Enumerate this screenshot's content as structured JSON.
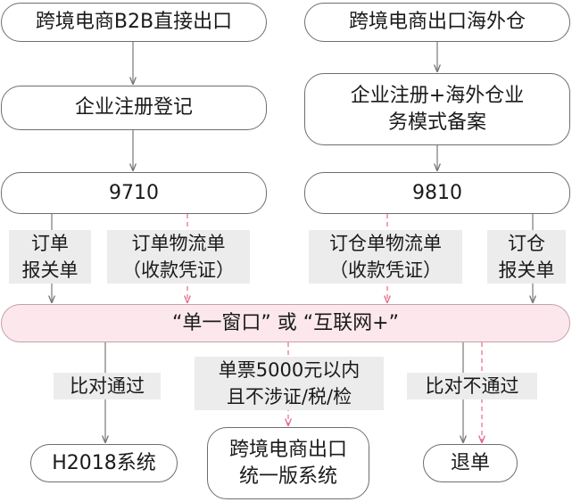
{
  "left": {
    "mode": "跨境电商B2B直接出口",
    "registration": "企业注册登记",
    "code": "9710",
    "edge_grey": [
      "订单",
      "报关单"
    ],
    "edge_pink": [
      "订单物流单",
      "（收款凭证）"
    ]
  },
  "right": {
    "mode": "跨境电商出口海外仓",
    "registration": [
      "企业注册+海外仓业",
      "务模式备案"
    ],
    "code": "9810",
    "edge_pink": [
      "订仓单物流单",
      "（收款凭证）"
    ],
    "edge_grey": [
      "订仓",
      "报关单"
    ]
  },
  "window": "“单一窗口” 或 “互联网+”",
  "outcomes": {
    "pass_label": "比对通过",
    "small_label": [
      "单票5000元以内",
      "且不涉证/税/检"
    ],
    "fail_label": "比对不通过",
    "h2018": "H2018系统",
    "unified": [
      "跨境电商出口",
      "统一版系统"
    ],
    "refund": "退单"
  },
  "colors": {
    "grey_arrow": "#777777",
    "pink_arrow": "#e46a8a",
    "window_fill": "#fce8ec"
  }
}
